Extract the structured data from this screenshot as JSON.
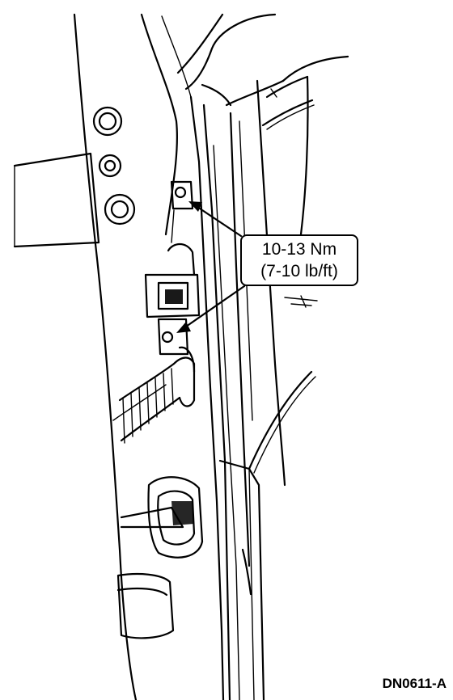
{
  "torque_callout": {
    "metric": "10-13 Nm",
    "imperial": "(7-10 lb/ft)"
  },
  "figure_id": "DN0611-A",
  "colors": {
    "ink": "#000000",
    "paper": "#ffffff"
  }
}
